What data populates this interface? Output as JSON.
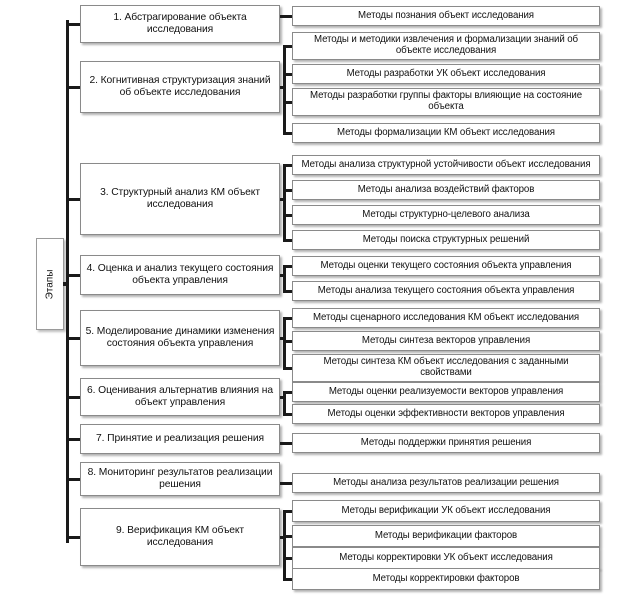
{
  "diagram": {
    "title_label": "Этапы",
    "stages": [
      {
        "id": 1,
        "label": "1. Абстрагирование объекта исследования",
        "methods": [
          "Методы познания объект исследования"
        ]
      },
      {
        "id": 2,
        "label": "2. Когнитивная структуризация знаний об объекте исследования",
        "methods": [
          "Методы и методики извлечения и формализации знаний об объекте исследования",
          "Методы разработки УК объект исследования",
          "Методы разработки группы факторы влияющие на состояние объекта",
          "Методы формализации КМ объект исследования"
        ]
      },
      {
        "id": 3,
        "label": "3. Структурный анализ КМ объект исследования",
        "methods": [
          "Методы анализа структурной устойчивости объект исследования",
          "Методы анализа воздействий факторов",
          "Методы структурно-целевого анализа",
          "Методы поиска структурных решений"
        ]
      },
      {
        "id": 4,
        "label": "4. Оценка и анализ текущего состояния объекта управления",
        "methods": [
          "Методы оценки текущего состояния объекта управления",
          "Методы анализа текущего состояния объекта управления"
        ]
      },
      {
        "id": 5,
        "label": "5. Моделирование динамики изменения состояния объекта управления",
        "methods": [
          "Методы сценарного исследования КМ объект исследования",
          "Методы синтеза векторов управления",
          "Методы синтеза КМ объект исследования с заданными свойствами"
        ]
      },
      {
        "id": 6,
        "label": "6. Оценивания альтернатив влияния на объект управления",
        "methods": [
          "Методы оценки реализуемости векторов управления",
          "Методы оценки эффективности векторов управления"
        ]
      },
      {
        "id": 7,
        "label": "7. Принятие и реализация решения",
        "methods": [
          "Методы поддержки принятия решения"
        ]
      },
      {
        "id": 8,
        "label": "8. Мониторинг результатов реализации решения",
        "methods": [
          "Методы анализа результатов реализации решения"
        ]
      },
      {
        "id": 9,
        "label": "9. Верификация КМ объект исследования",
        "methods": [
          "Методы верификации УК объект исследования",
          "Методы верификации факторов",
          "Методы корректировки УК объект исследования",
          "Методы корректировки факторов"
        ]
      }
    ]
  },
  "style": {
    "line_color": "#1a1a1a",
    "box_border": "#8a8a8a",
    "box_fill": "#ffffff",
    "text_color": "#111111"
  }
}
